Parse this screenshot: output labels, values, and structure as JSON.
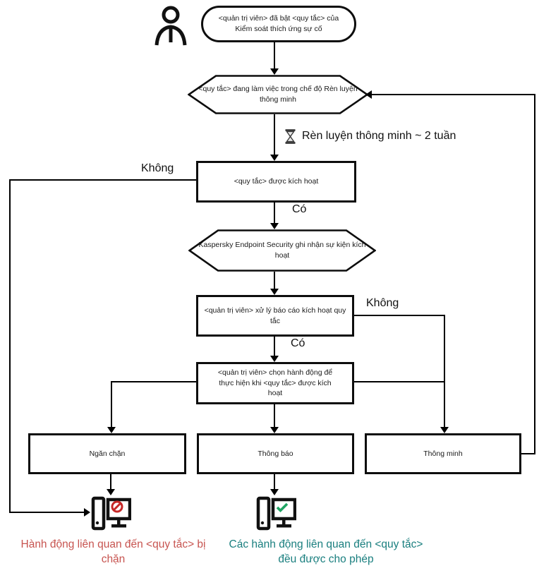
{
  "flow": {
    "start_label": "<quản trị viên> đã bật <quy tắc> của Kiểm soát thích ứng sự cố",
    "training_mode_label": "<quy tắc> đang làm việc trong chế độ Rèn luyện thông minh",
    "timer_label": "Rèn luyện thông minh ~ 2 tuần",
    "rule_triggered_label": "<quy tắc> được kích hoạt",
    "event_logged_label": "Kaspersky Endpoint Security ghi nhận sự kiện kích hoạt",
    "admin_report_label": "<quản trị viên> xử lý báo cáo kích hoạt quy tắc",
    "admin_action_label": "<quản trị viên> chọn hành động để thực hiện khi <quy tắc> được kích hoạt",
    "action_block_label": "Ngăn chặn",
    "action_notify_label": "Thông báo",
    "action_smart_label": "Thông minh",
    "label_no": "Không",
    "label_yes": "Có",
    "outcome_blocked_label": "Hành động liên quan đến <quy tắc> bị chặn",
    "outcome_allowed_label": "Các hành động liên quan đến <quy tắc> đều được cho phép"
  },
  "icons": {
    "user": "user-icon",
    "hourglass": "hourglass-icon",
    "blocked_computer": "blocked-computer-icon",
    "prohibition": "prohibition-icon",
    "allowed_computer": "allowed-computer-icon",
    "checkmark": "checkmark-icon"
  },
  "colors": {
    "line": "#000000",
    "node_border": "#0d0d0d",
    "blocked_text": "#C75450",
    "allowed_text": "#1A7F7F",
    "prohibition_red": "#C62828",
    "checkmark_green": "#1FA463"
  }
}
